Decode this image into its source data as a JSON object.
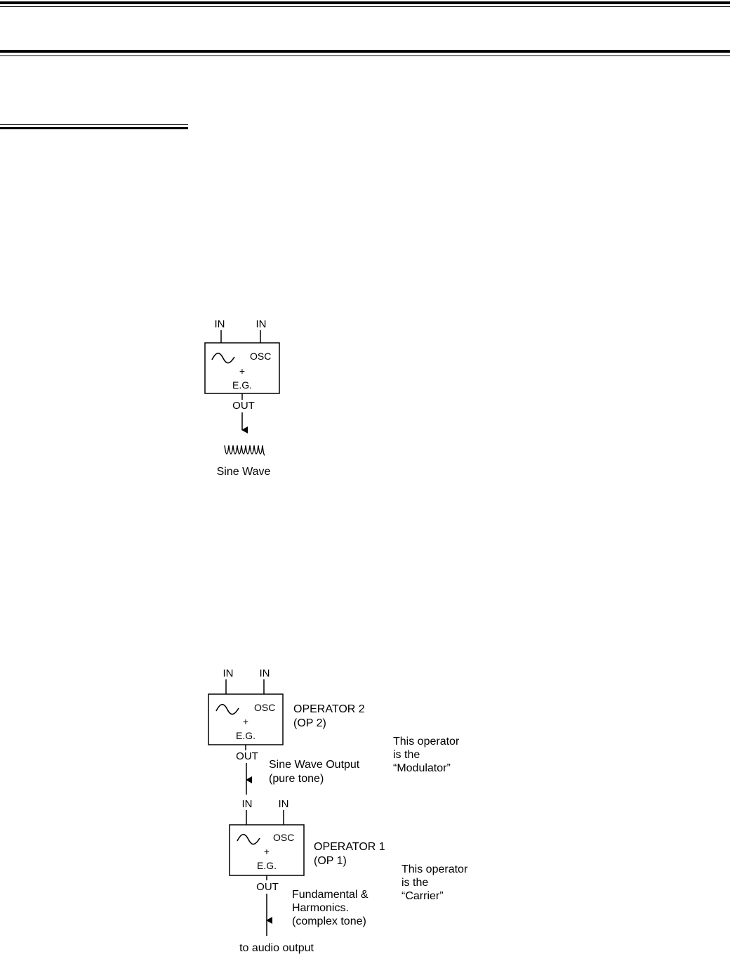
{
  "diagram1": {
    "in_left": "IN",
    "in_right": "IN",
    "osc": "OSC",
    "plus": "+",
    "eg": "E.G.",
    "out": "OUT",
    "wave_caption": "Sine Wave"
  },
  "diagram2": {
    "op2": {
      "in_left": "IN",
      "in_right": "IN",
      "osc": "OSC",
      "plus": "+",
      "eg": "E.G.",
      "out": "OUT",
      "name": "OPERATOR 2",
      "short": "(OP 2)",
      "role_line1": "This operator",
      "role_line2": "is the",
      "role_line3": "“Modulator”"
    },
    "link_line1": "Sine Wave Output",
    "link_line2": "(pure tone)",
    "op1": {
      "in_left": "IN",
      "in_right": "IN",
      "osc": "OSC",
      "plus": "+",
      "eg": "E.G.",
      "out": "OUT",
      "name": "OPERATOR 1",
      "short": "(OP 1)",
      "role_line1": "This operator",
      "role_line2": "is the",
      "role_line3": "“Carrier”"
    },
    "out_line1": "Fundamental & ",
    "out_line2": "Harmonics.",
    "out_line3": "(complex tone)",
    "final": "to audio output"
  }
}
